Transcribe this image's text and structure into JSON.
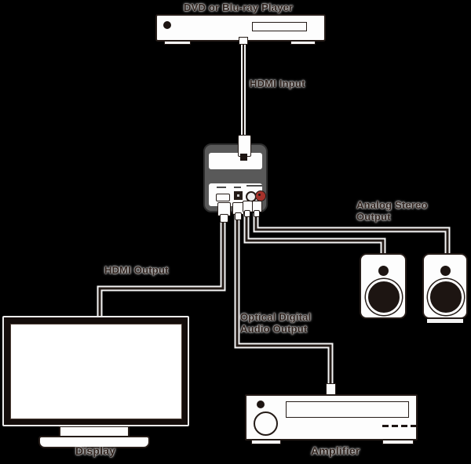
{
  "labels": {
    "dvd_player": "DVD or Blu-ray Player",
    "hdmi_input": "HDMI Input",
    "hdmi_output": "HDMI Output",
    "optical_output": "Optical Digital Audio Output",
    "analog_output": "Analog Stereo Output",
    "display": "Display",
    "amplifier": "Amplifier"
  },
  "colors": {
    "background": "#000000",
    "outline": "#241b17",
    "device_fill": "#fdfdfd",
    "converter_body": "#595959",
    "cable_casing": "#f5f5f5",
    "cable_core": "#241b17",
    "rca_red_port": "#a5322b",
    "label_text": "#2e211c"
  }
}
